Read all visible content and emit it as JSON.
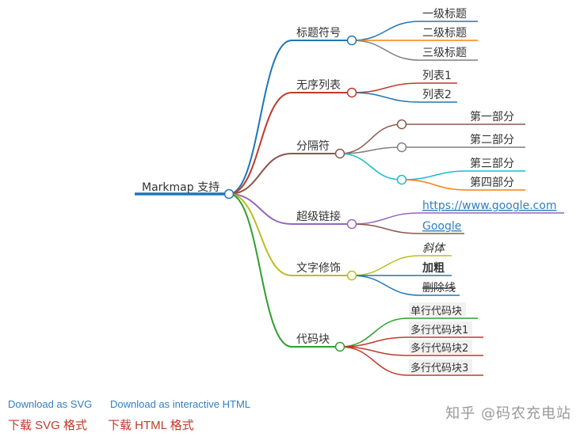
{
  "root": {
    "label": "Markmap 支持",
    "color": "#1f77b4"
  },
  "branches": [
    {
      "label": "标题符号",
      "color": "#1f77b4",
      "children": [
        {
          "label": "一级标题",
          "color": "#1f77b4"
        },
        {
          "label": "二级标题",
          "color": "#ff7f0e"
        },
        {
          "label": "三级标题",
          "color": "#7f7f7f"
        }
      ]
    },
    {
      "label": "无序列表",
      "color": "#c0392b",
      "children": [
        {
          "label": "列表1",
          "color": "#c0392b"
        },
        {
          "label": "列表2",
          "color": "#1f77b4"
        }
      ]
    },
    {
      "label": "分隔符",
      "color": "#8c564b",
      "children": [
        {
          "label": "第一部分",
          "color": "#8c564b"
        },
        {
          "label": "第二部分",
          "color": "#7f7f7f"
        },
        {
          "label": "第三部分",
          "color": "#17becf"
        },
        {
          "label": "第四部分",
          "color": "#ff7f0e"
        }
      ]
    },
    {
      "label": "超级链接",
      "color": "#9467bd",
      "children": [
        {
          "label": "https://www.google.com",
          "color": "#9467bd"
        },
        {
          "label": "Google",
          "color": "#8c564b"
        }
      ]
    },
    {
      "label": "文字修饰",
      "color": "#bcbd22",
      "children": [
        {
          "label": "斜体",
          "color": "#bcbd22"
        },
        {
          "label": "加粗",
          "color": "#1f77b4"
        },
        {
          "label": "删除线",
          "color": "#1f77b4"
        }
      ]
    },
    {
      "label": "代码块",
      "color": "#2ca02c",
      "children": [
        {
          "label": "单行代码块",
          "color": "#2ca02c"
        },
        {
          "label": "多行代码块1",
          "color": "#c0392b"
        },
        {
          "label": "多行代码块2",
          "color": "#c0392b"
        },
        {
          "label": "多行代码块3",
          "color": "#c0392b"
        }
      ]
    }
  ],
  "footer": {
    "download_svg": "Download as SVG",
    "download_html": "Download as interactive HTML",
    "download_svg_cn": "下载 SVG 格式",
    "download_html_cn": "下载 HTML 格式"
  },
  "watermark": "知乎 @码农充电站"
}
